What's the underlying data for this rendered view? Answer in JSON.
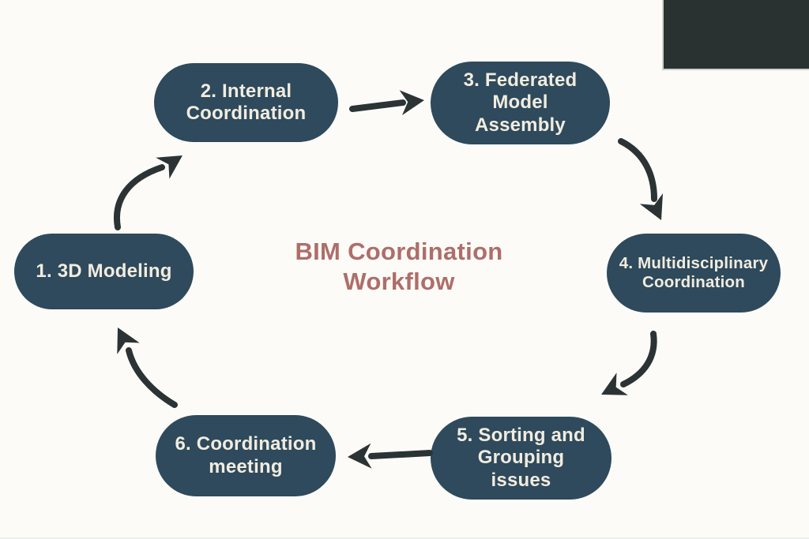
{
  "title": {
    "text": "BIM Coordination\nWorkflow",
    "color": "#ae6e69"
  },
  "workflow": {
    "steps": [
      {
        "id": 1,
        "label": "1. 3D Modeling"
      },
      {
        "id": 2,
        "label": "2. Internal\nCoordination"
      },
      {
        "id": 3,
        "label": "3. Federated\nModel\nAssembly"
      },
      {
        "id": 4,
        "label": "4. Multidisciplinary\nCoordination"
      },
      {
        "id": 5,
        "label": "5. Sorting and\nGrouping\nissues"
      },
      {
        "id": 6,
        "label": "6. Coordination\nmeeting"
      }
    ],
    "connections": [
      "step-1-to-step-2",
      "step-2-to-step-3",
      "step-3-to-step-4",
      "step-4-to-step-5",
      "step-5-to-step-6",
      "step-6-to-step-1"
    ]
  },
  "colors": {
    "background": "#fcfbf8",
    "node_fill": "#2e4a5c",
    "node_text": "#f2ecdf",
    "arrow": "#2b3335",
    "title": "#ae6e69",
    "corner_block": "#2a3231"
  }
}
